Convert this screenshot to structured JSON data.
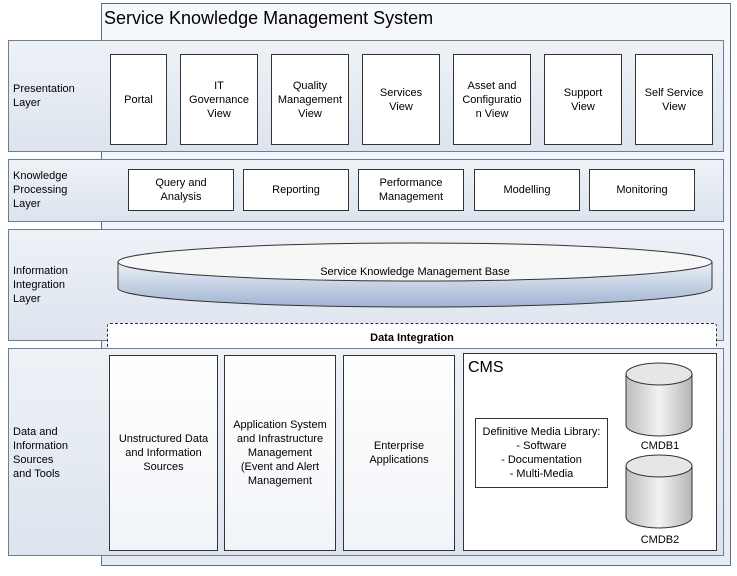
{
  "title": "Service Knowledge Management System",
  "layers": {
    "presentation": {
      "label": "Presentation\nLayer",
      "items": [
        "Portal",
        "IT\nGovernance\nView",
        "Quality\nManagement\nView",
        "Services\nView",
        "Asset and\nConfiguratio\nn View",
        "Support\nView",
        "Self Service\nView"
      ]
    },
    "knowledge": {
      "label": "Knowledge\nProcessing\nLayer",
      "items": [
        "Query and\nAnalysis",
        "Reporting",
        "Performance\nManagement",
        "Modelling",
        "Monitoring"
      ]
    },
    "information": {
      "label": "Information\nIntegration\nLayer",
      "skmb": "Service Knowledge Management Base"
    },
    "data_integration": "Data Integration",
    "data_sources": {
      "label": "Data and\nInformation\nSources\nand Tools",
      "items": [
        "Unstructured Data\nand Information\nSources",
        "Application System\nand Infrastructure\nManagement\n(Event and Alert\nManagement",
        "Enterprise\nApplications"
      ]
    }
  },
  "cms": {
    "title": "CMS",
    "dml": "Definitive Media Library:\n- Software\n- Documentation\n- Multi-Media",
    "cmdb": [
      "CMDB1",
      "CMDB2"
    ]
  }
}
